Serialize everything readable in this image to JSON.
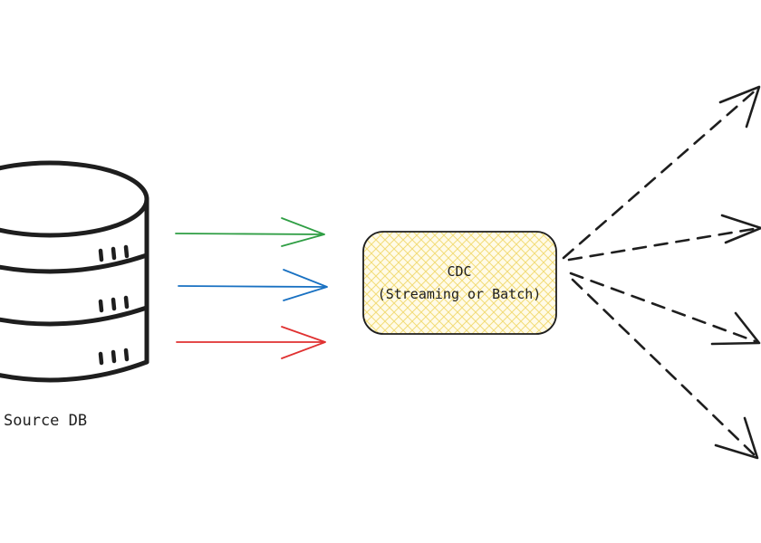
{
  "nodes": {
    "source": {
      "label": "Source DB"
    },
    "cdc": {
      "line1": "CDC",
      "line2": "(Streaming or Batch)"
    }
  },
  "colors": {
    "stroke": "#1e1e1e",
    "arrow_green": "#2f9e44",
    "arrow_blue": "#1971c2",
    "arrow_red": "#e03131",
    "cdc_fill": "#fff9db",
    "cdc_hatch": "#f5e38a"
  },
  "icons": {
    "source": "database-icon"
  }
}
